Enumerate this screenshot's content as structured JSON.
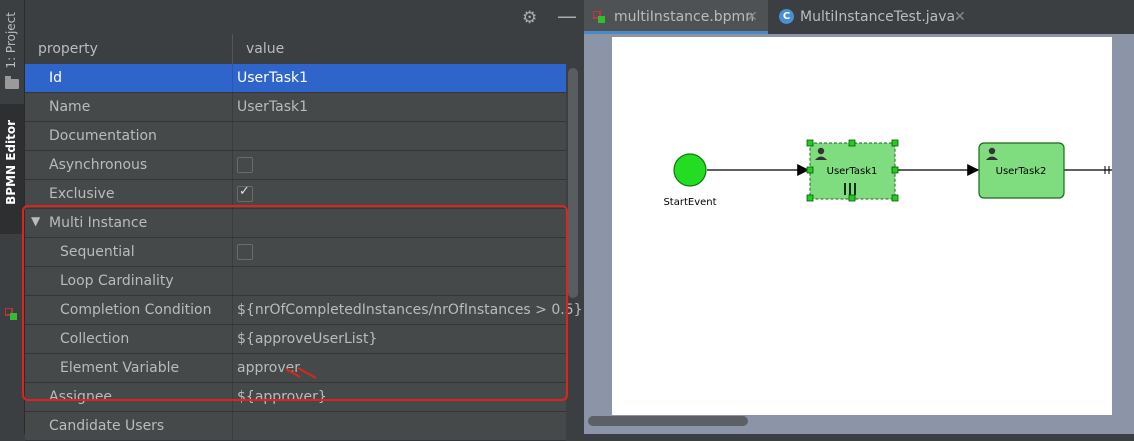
{
  "toolstrip": {
    "project_tab": "1: Project",
    "bpmn_tab": "BPMN Editor"
  },
  "panel": {
    "header": {
      "property": "property",
      "value": "value"
    },
    "rows": [
      {
        "name": "Id",
        "value": "UserTask1",
        "selected": true
      },
      {
        "name": "Name",
        "value": "UserTask1"
      },
      {
        "name": "Documentation",
        "value": ""
      },
      {
        "name": "Asynchronous",
        "checkbox": false
      },
      {
        "name": "Exclusive",
        "checkbox": true
      },
      {
        "name": "Multi Instance",
        "value": "",
        "group": true
      },
      {
        "name": "Sequential",
        "checkbox": false,
        "indent": true
      },
      {
        "name": "Loop Cardinality",
        "value": "",
        "indent": true
      },
      {
        "name": "Completion Condition",
        "value": "${nrOfCompletedInstances/nrOfInstances > 0.5}",
        "indent": true
      },
      {
        "name": "Collection",
        "value": "${approveUserList}",
        "indent": true
      },
      {
        "name": "Element Variable",
        "value": "approver",
        "indent": true
      },
      {
        "name": "Assignee",
        "value": "${approver}"
      },
      {
        "name": "Candidate Users",
        "value": ""
      }
    ]
  },
  "editor": {
    "tabs": [
      {
        "label": "multiInstance.bpmn",
        "active": true
      },
      {
        "label": "MultiInstanceTest.java",
        "active": false
      }
    ],
    "diagram": {
      "start_event_label": "StartEvent",
      "task1_label": "UserTask1",
      "task2_label": "UserTask2"
    }
  },
  "colors": {
    "selection": "#2f65ca",
    "highlight_border": "#e0231e",
    "task_fill": "#7fdc7f",
    "start_event": "#22dd22"
  }
}
